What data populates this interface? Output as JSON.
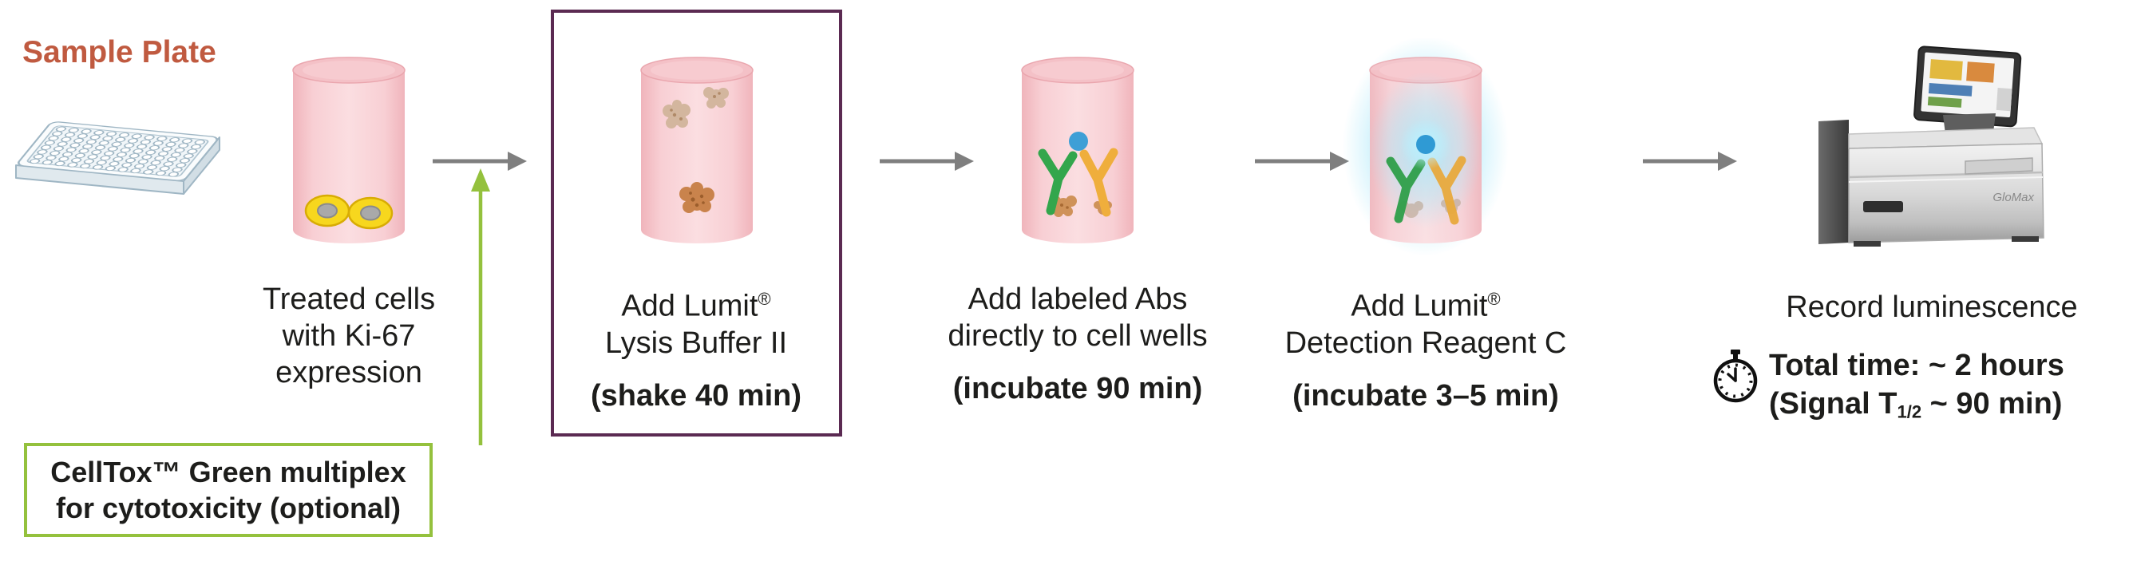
{
  "sample_plate": {
    "label": "Sample Plate"
  },
  "steps": [
    {
      "name": "treated-cells",
      "lines": [
        "Treated cells",
        "with Ki-67",
        "expression"
      ]
    },
    {
      "name": "add-lysis-buffer",
      "lines": [
        "Add Lumit",
        "Lysis Buffer II"
      ],
      "sup": "®",
      "bold": "(shake 40 min)"
    },
    {
      "name": "add-labeled-abs",
      "lines": [
        "Add labeled Abs",
        "directly to cell wells"
      ],
      "bold": "(incubate 90 min)"
    },
    {
      "name": "add-detection-reagent",
      "lines": [
        "Add Lumit",
        "Detection Reagent C"
      ],
      "sup": "®",
      "bold": "(incubate 3–5 min)"
    },
    {
      "name": "record-luminescence",
      "lines": [
        "Record luminescence"
      ]
    }
  ],
  "celltox_note": {
    "line1": "CellTox™ Green multiplex",
    "line2": "for cytotoxicity (optional)"
  },
  "timing": {
    "total": "Total time: ~ 2 hours",
    "signal_prefix": "(Signal T",
    "signal_sub": "1/2",
    "signal_suffix": " ~ 90 min)"
  },
  "instrument": {
    "brand": "GloMax"
  },
  "icons": {
    "microplate": "96-well-plate",
    "flow_arrow": "right-arrow",
    "celltox_arrow": "up-arrow",
    "stopwatch": "stopwatch",
    "luminometer": "plate-reader"
  },
  "colors": {
    "sample_plate_label": "#C05A40",
    "highlight_border": "#5B2A52",
    "celltox_green": "#94C13D",
    "flow_arrow": "#7F7F7F",
    "cylinder_pink": "#F8CFD4",
    "glow_cyan": "#8ADFF7",
    "antibody_green": "#33A64C",
    "antibody_yellow": "#EFAE3C",
    "tracer_blue": "#3E9FD6",
    "text": "#1D1D1B"
  }
}
